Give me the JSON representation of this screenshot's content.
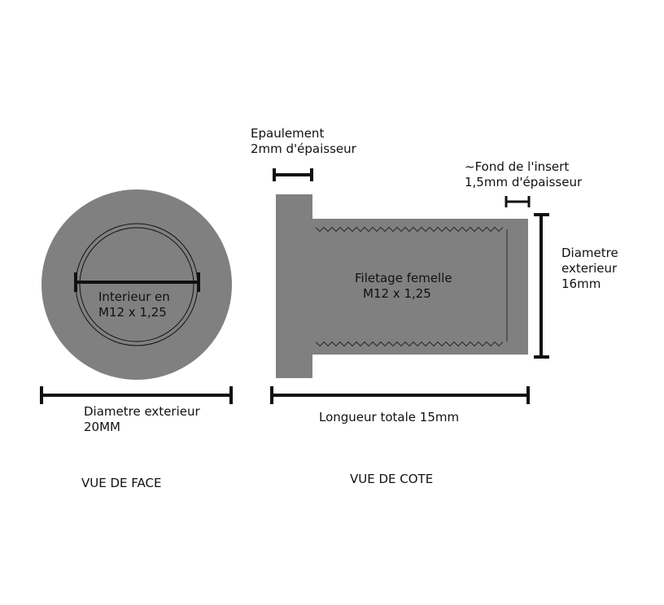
{
  "colors": {
    "part_fill": "#808080",
    "dimension_line": "#111111",
    "thread_line": "#2a2a2a",
    "background": "#ffffff"
  },
  "front_view": {
    "interior_label_line1": "Interieur en",
    "interior_label_line2": "M12 x 1,25",
    "outer_diameter_line1": "Diametre exterieur",
    "outer_diameter_line2": "20MM",
    "view_title": "VUE DE FACE"
  },
  "side_view": {
    "shoulder_line1": "Epaulement",
    "shoulder_line2": "2mm d'épaisseur",
    "bottom_line1": "~Fond de l'insert",
    "bottom_line2": "1,5mm d'épaisseur",
    "diameter_line1": "Diametre",
    "diameter_line2": "exterieur",
    "diameter_line3": "16mm",
    "thread_line1": "Filetage femelle",
    "thread_line2": "M12 x 1,25",
    "length_label": "Longueur totale 15mm",
    "view_title": "VUE DE COTE"
  }
}
